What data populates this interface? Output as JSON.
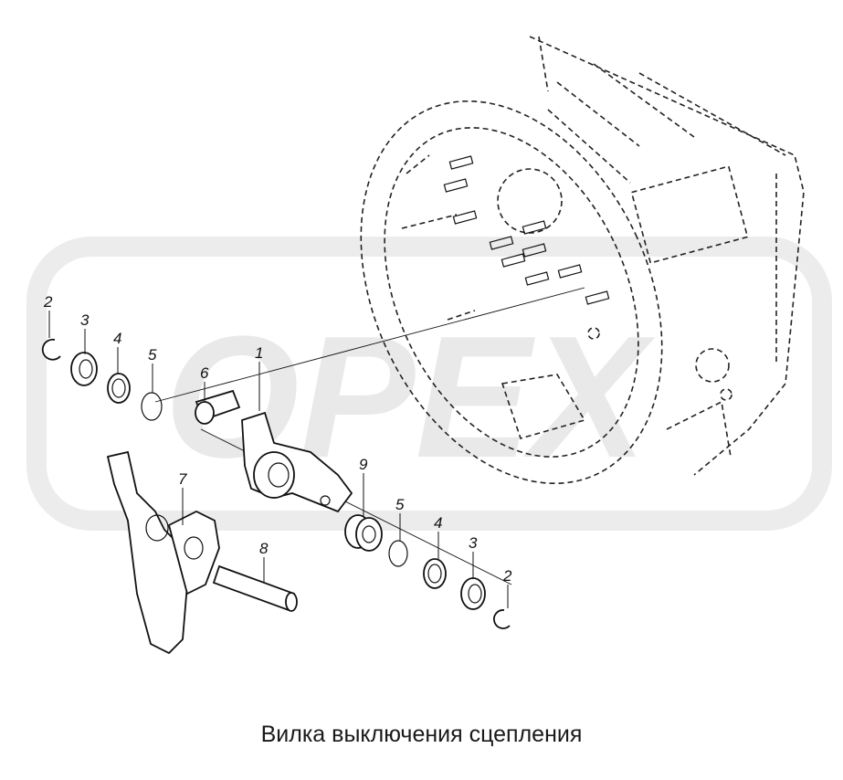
{
  "caption": "Вилка выключения сцепления",
  "watermark": {
    "text": "ОРЕХ",
    "color": "#e9e9e9"
  },
  "callouts": [
    {
      "id": "callout-1",
      "label": "1"
    },
    {
      "id": "callout-2-left",
      "label": "2"
    },
    {
      "id": "callout-3-left",
      "label": "3"
    },
    {
      "id": "callout-4-left",
      "label": "4"
    },
    {
      "id": "callout-5-left",
      "label": "5"
    },
    {
      "id": "callout-6",
      "label": "6"
    },
    {
      "id": "callout-7",
      "label": "7"
    },
    {
      "id": "callout-8",
      "label": "8"
    },
    {
      "id": "callout-9",
      "label": "9"
    },
    {
      "id": "callout-5-right",
      "label": "5"
    },
    {
      "id": "callout-4-right",
      "label": "4"
    },
    {
      "id": "callout-3-right",
      "label": "3"
    },
    {
      "id": "callout-2-right",
      "label": "2"
    }
  ]
}
